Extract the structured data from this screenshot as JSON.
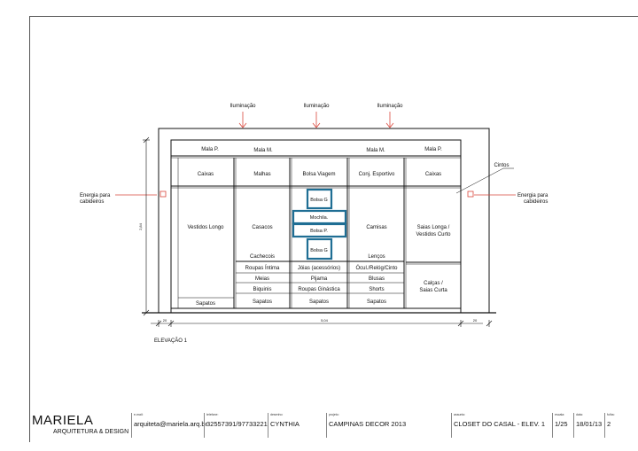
{
  "drawing": {
    "lights": [
      "Iluminação",
      "Iluminação",
      "Iluminação"
    ],
    "top_row": [
      "Mala P.",
      "Mala M.",
      "Mala M.",
      "Mala P."
    ],
    "row2": [
      "Caixas",
      "Malhas",
      "Bolsa Viagem",
      "Conj. Esportivo",
      "Caixas"
    ],
    "col1": {
      "main": "Vestidos Longo",
      "bottom": "Sapatos"
    },
    "col2": {
      "main": "Casacos",
      "sub": "Cachecois",
      "rows": [
        "Roupas Íntima",
        "Meias",
        "Biquinis",
        "Sapatos"
      ]
    },
    "col3": {
      "boxes": [
        "Bolsa G",
        "Mochila.",
        "Bolsa P.",
        "Bolsa G"
      ],
      "rows": [
        "Jóias (acessórios)",
        "Pijama",
        "Roupas Ginástica",
        "Sapatos"
      ]
    },
    "col4": {
      "main": "Camisas",
      "sub": "Lenços",
      "rows": [
        "Ócul./Relóg/Cinto",
        "Blusas",
        "Shorts",
        "Sapatos"
      ]
    },
    "col5": {
      "upper_line1": "Saias Longa /",
      "upper_line2": "Vestidos  Curto",
      "lower_line1": "Calças /",
      "lower_line2": "Saias Curta"
    },
    "cintos": "Cintos",
    "energy_left_1": "Energia para",
    "energy_left_2": "cabideiros",
    "energy_right_1": "Energia para",
    "energy_right_2": "cabideiros",
    "dim_height": "2,84",
    "dim_left": "20",
    "dim_width": "5,04",
    "dim_right": "20",
    "elevation_label": "ELEVAÇÃO 1",
    "accent_color": "#1f6e94",
    "annotation_color": "#d9473c"
  },
  "title_block": {
    "logo_main": "MARIELA",
    "logo_sub": "ARQUITETURA & DESIGN",
    "email_label": "e-mail:",
    "email": "arquiteta@mariela.arq.br",
    "phone_label": "telefone:",
    "phone": "32557391/97733221",
    "drafter_label": "desenho:",
    "drafter": "CYNTHIA",
    "project_label": "projeto:",
    "project": "CAMPINAS DECOR 2013",
    "subject_label": "assunto:",
    "subject": "CLOSET DO CASAL - ELEV. 1",
    "scale_label": "escala:",
    "scale": "1/25",
    "date_label": "data:",
    "date": "18/01/13",
    "sheet_label": "folha:",
    "sheet": "2"
  }
}
